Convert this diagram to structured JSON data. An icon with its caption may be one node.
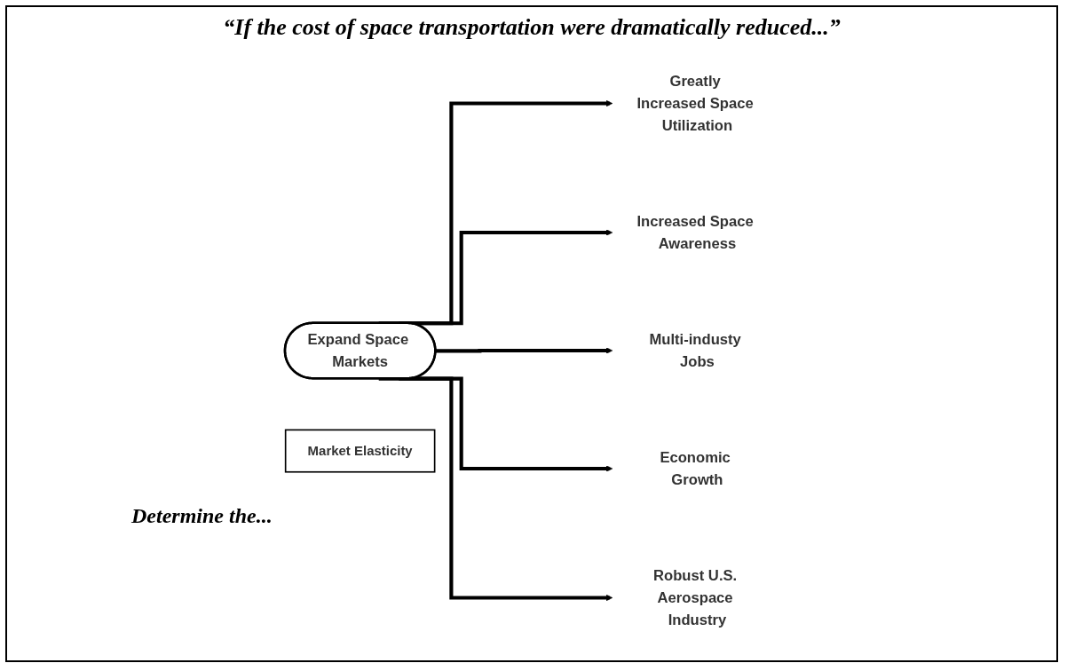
{
  "diagram": {
    "title": "“If the cost of space transportation were dramatically reduced...”",
    "nodes": [
      {
        "text": [
          "Expand Space Markets"
        ]
      },
      {
        "text": [
          "Greatly Increased Space Utilization"
        ]
      },
      {
        "text": [
          "Increased Space Awareness"
        ]
      },
      {
        "text": [
          "Multi-industy Jobs"
        ]
      },
      {
        "text": [
          "Economic Growth"
        ]
      },
      {
        "text": [
          "Robust U.S. Aerospace Industry"
        ]
      },
      {
        "text": [
          "Market Elasticity"
        ]
      }
    ],
    "edges": [
      {
        "from": 0,
        "to": 1,
        "arrow": "to"
      },
      {
        "from": 0,
        "to": 2,
        "arrow": "to"
      },
      {
        "from": 0,
        "to": 3,
        "arrow": "to"
      },
      {
        "from": 0,
        "to": 4,
        "arrow": "to"
      },
      {
        "from": 0,
        "to": 5,
        "arrow": "to"
      }
    ],
    "labels": [
      "Determine the..."
    ]
  }
}
